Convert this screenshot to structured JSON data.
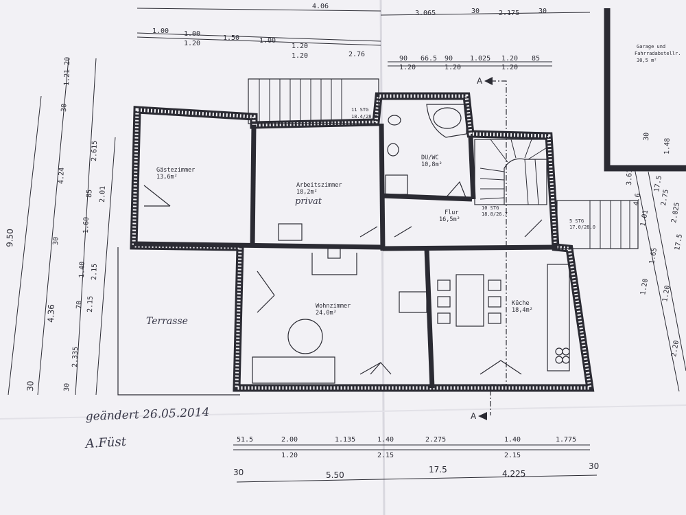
{
  "rooms": {
    "gaestezimmer": {
      "name": "Gästezimmer",
      "area": "13,6m²"
    },
    "arbeitszimmer": {
      "name": "Arbeitszimmer",
      "area": "18,2m²",
      "note": "privat"
    },
    "dusche_wc": {
      "name": "DU/WC",
      "area": "10,8m²"
    },
    "flur": {
      "name": "Flur",
      "area": "16,5m²"
    },
    "wohnzimmer": {
      "name": "Wohnzimmer",
      "area": "24,0m²"
    },
    "kueche": {
      "name": "Küche",
      "area": "18,4m²"
    },
    "terrasse": {
      "name": "Terrasse"
    },
    "garage": {
      "name1": "Garage und",
      "name2": "Fahrradabstellr.",
      "area": "30,5 m²"
    }
  },
  "stairs": {
    "main": {
      "line1": "11 STG",
      "line2": "18.4/28.0"
    },
    "inner": {
      "line1": "10 STG",
      "line2": "18.8/26.7"
    },
    "outer": {
      "line1": "5 STG",
      "line2": "17.0/28.0"
    }
  },
  "section_marker": "A",
  "annotation": {
    "changed": "geändert 26.05.2014",
    "signature": "A.Füst"
  },
  "dims_top": {
    "row1": [
      "4.06",
      "3.065",
      "30",
      "2.175",
      "30"
    ],
    "row2a": [
      "1.00",
      "1.00",
      "1.50",
      "1.00",
      "1.20",
      "2.76",
      "90",
      "66.5",
      "90",
      "1.025",
      "1.20",
      "85"
    ],
    "row2b": [
      "1.20",
      "1.20",
      "1.20",
      "1.20",
      "1.20"
    ]
  },
  "dims_left": {
    "outer": [
      "9.50",
      "30"
    ],
    "mid": [
      "1.21",
      "4.24",
      "4.36",
      "30"
    ],
    "inner": [
      "20",
      "30",
      "30",
      "1.40",
      "70",
      "2.335"
    ],
    "inner2": [
      "2.615",
      "85",
      "1.60",
      "2.15",
      "2.15"
    ],
    "inner3": [
      "2.01"
    ]
  },
  "dims_bottom": {
    "row1": [
      "51.5",
      "2.00",
      "1.135",
      "1.40",
      "2.275",
      "1.40",
      "1.775"
    ],
    "row1b": [
      "1.20",
      "2.15",
      "2.15"
    ],
    "row2": [
      "30",
      "5.50",
      "17.5",
      "4.225",
      "30"
    ]
  },
  "dims_right": [
    "30",
    "1.48",
    "17.5",
    "2.025",
    "17.5",
    "1.01",
    "1.65",
    "1.20",
    "2.20",
    "2.75",
    "1.20",
    "3.61",
    "4.6"
  ]
}
